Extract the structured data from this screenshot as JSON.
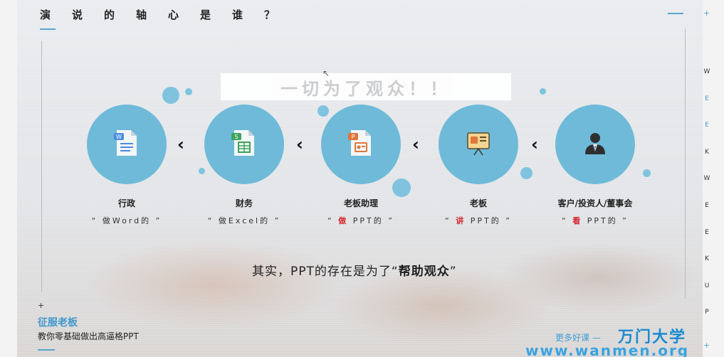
{
  "header": {
    "title": "演说的轴心是谁？"
  },
  "banner": {
    "text": "一切为了观众！！"
  },
  "steps": [
    {
      "role": "行政",
      "quote_pre": "“ 做Word的 ”",
      "quote_hl": "",
      "quote_post": "",
      "icon": "word-document-icon"
    },
    {
      "role": "财务",
      "quote_pre": "“ 做Excel的 ”",
      "quote_hl": "",
      "quote_post": "",
      "icon": "spreadsheet-icon"
    },
    {
      "role": "老板助理",
      "quote_pre": "“ ",
      "quote_hl": "做",
      "quote_post": " PPT的 ”",
      "icon": "presentation-file-icon"
    },
    {
      "role": "老板",
      "quote_pre": "“ ",
      "quote_hl": "讲",
      "quote_post": " PPT的 ”",
      "icon": "presentation-board-icon"
    },
    {
      "role": "客户/投资人/董事会",
      "quote_pre": "“ ",
      "quote_hl": "看",
      "quote_post": " PPT的 ”",
      "icon": "business-person-icon"
    }
  ],
  "arrows": [
    "‹",
    "‹",
    "‹",
    "‹"
  ],
  "summary": {
    "prefix": "其实，PPT的存在是为了“",
    "emphasis": "帮助观众",
    "suffix": "”"
  },
  "brand": {
    "title": "征服老板",
    "subtitle": "教你零基础做出高逼格PPT"
  },
  "side_letters": [
    "W",
    "E",
    "E",
    "K",
    "W",
    "E",
    "E",
    "K",
    "U",
    "P"
  ],
  "watermark": {
    "slogan": "更多好课 —",
    "name": "万门大学",
    "url": "www.wanmen.org"
  },
  "colors": {
    "accent": "#5aa6cf",
    "circle": "#6ebad8",
    "highlight": "#d8232a",
    "brand": "#3f98cc"
  }
}
